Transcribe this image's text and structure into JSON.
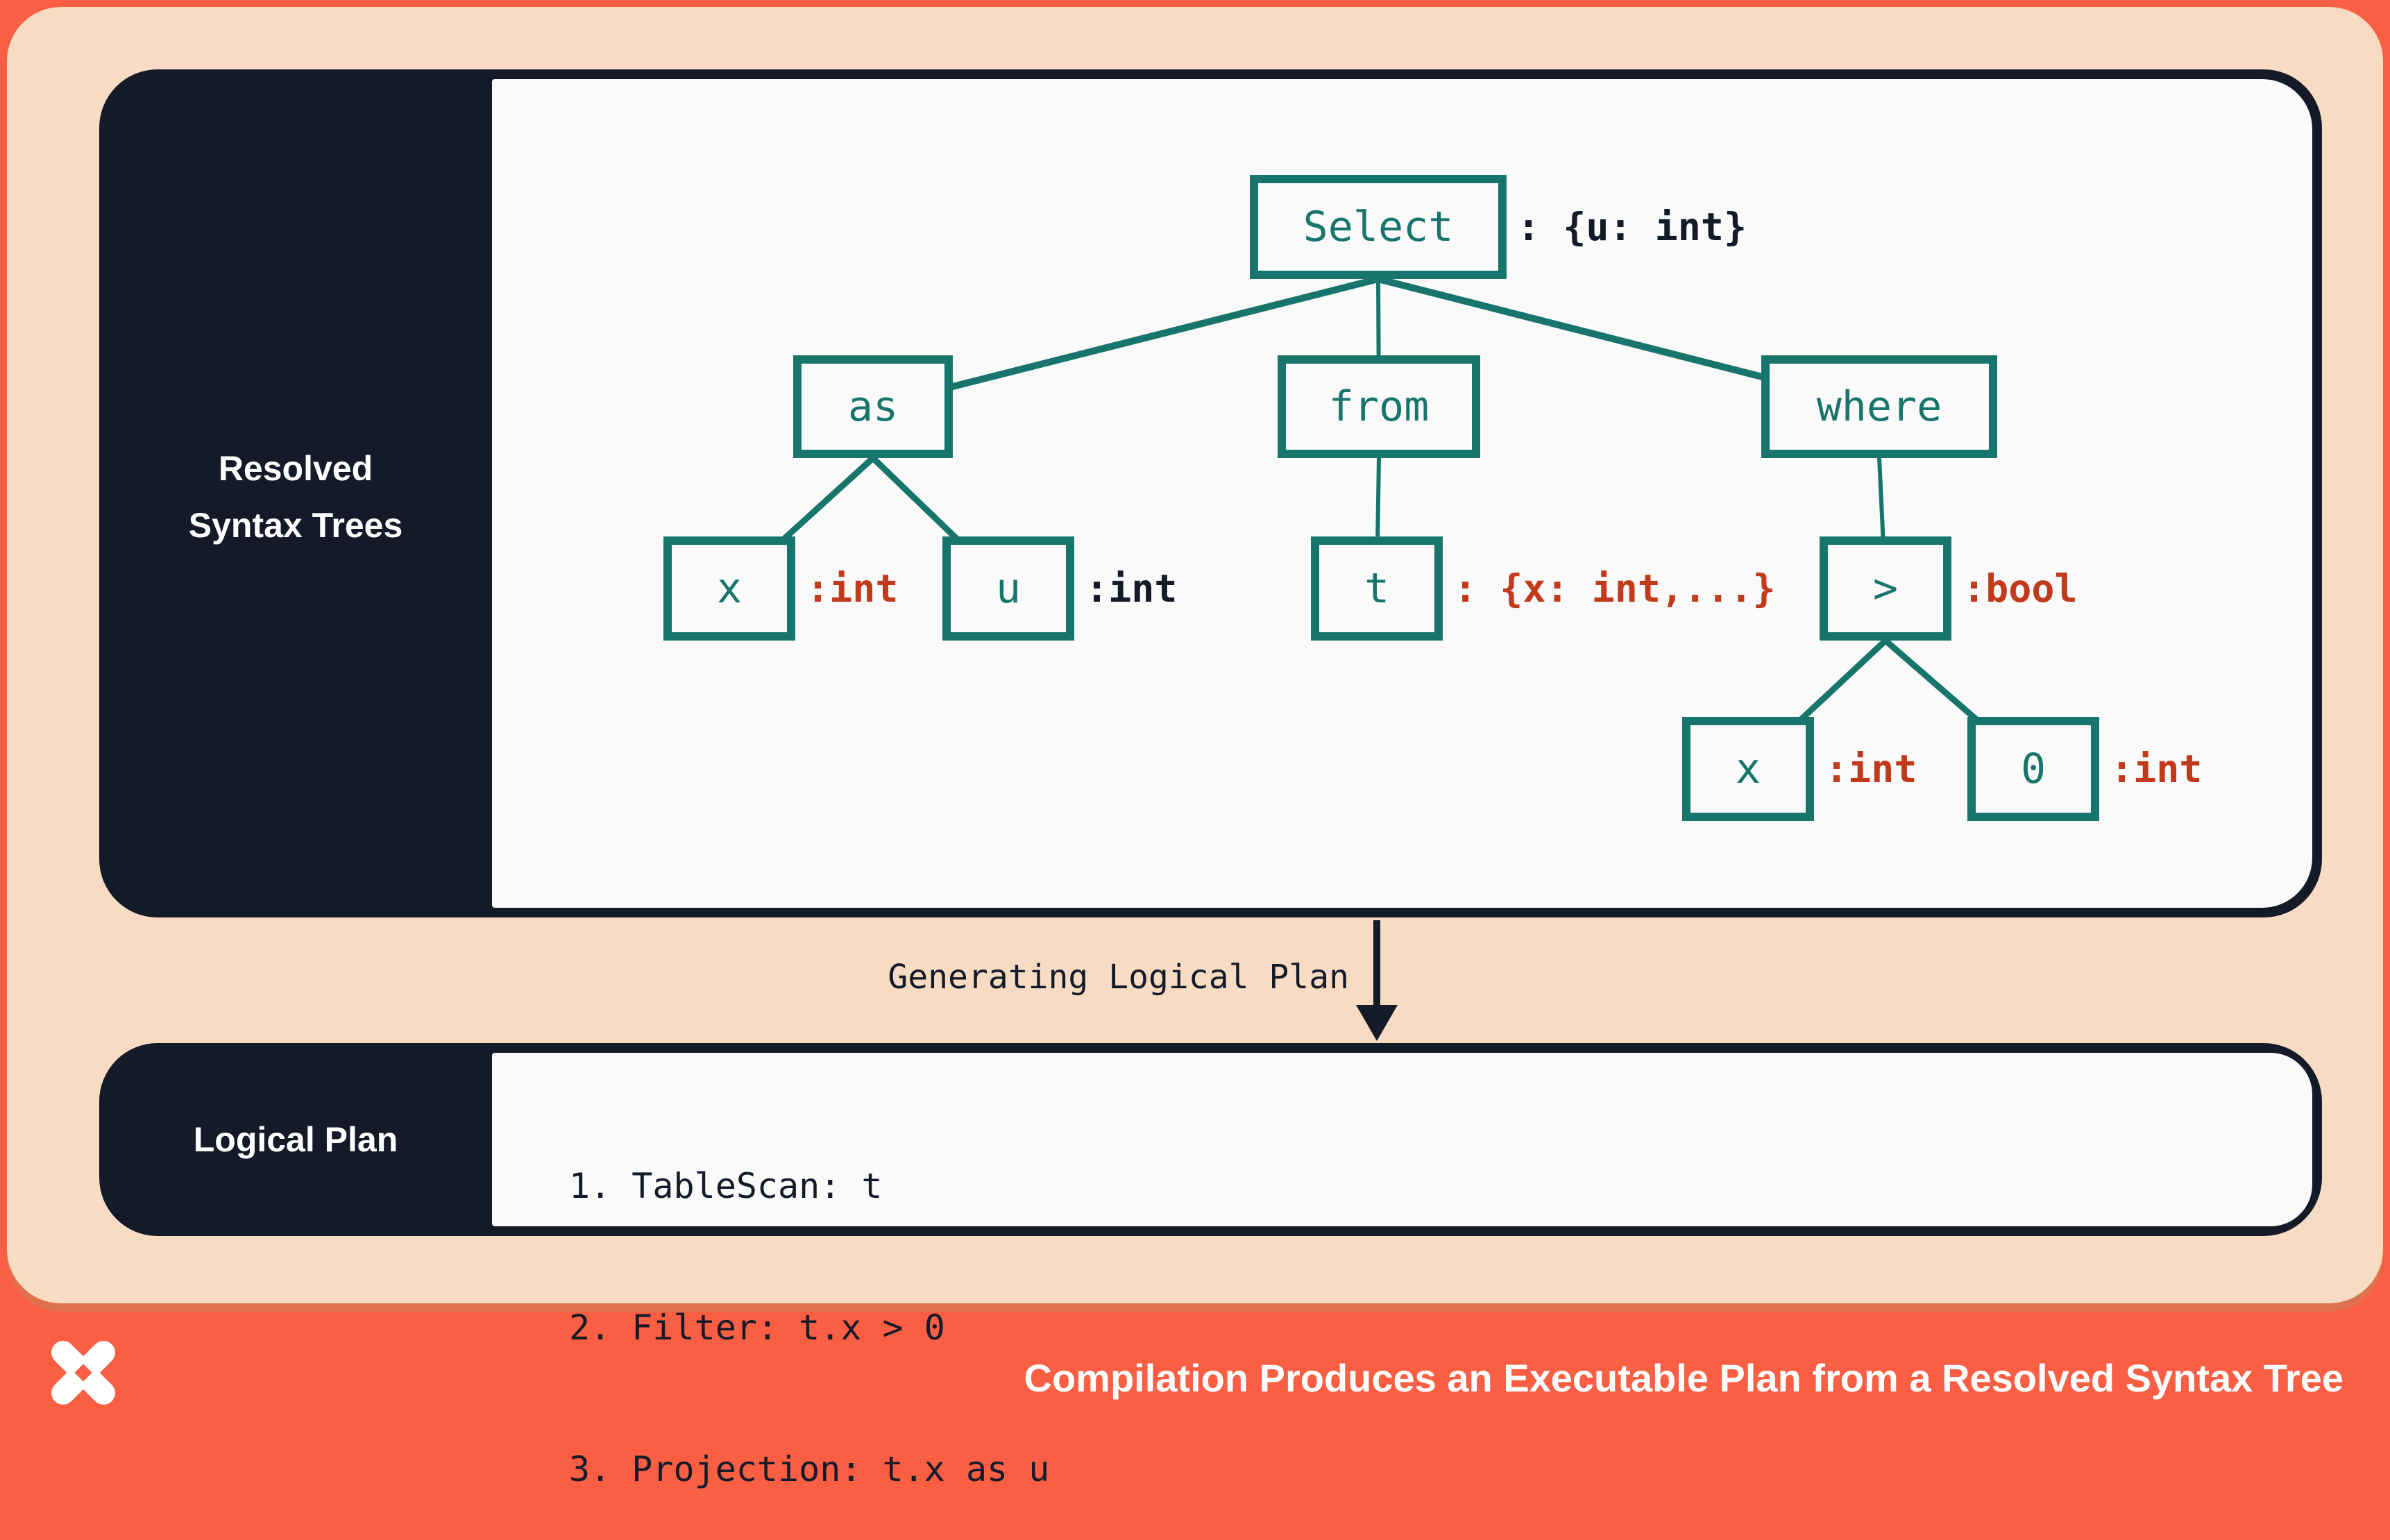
{
  "colors": {
    "background_orange": "#FA5F43",
    "card_peach": "#F7DCC3",
    "panel_dark_navy": "#151A29",
    "panel_off_white": "#FAFAFA",
    "node_teal": "#17756C",
    "type_annotation_red": "#C03A1B",
    "text_white": "#FFFFFF"
  },
  "resolved_panel": {
    "sidebar_label_line1": "Resolved",
    "sidebar_label_line2": "Syntax Trees",
    "tree": {
      "select": {
        "label": "Select",
        "annotation": ": {u: int}"
      },
      "as": {
        "label": "as"
      },
      "from": {
        "label": "from"
      },
      "where": {
        "label": "where"
      },
      "x1": {
        "label": "x",
        "annotation": ":int"
      },
      "u": {
        "label": "u",
        "annotation": ":int"
      },
      "t": {
        "label": "t",
        "annotation": ": {x: int,...}"
      },
      "gt": {
        "label": ">",
        "annotation": ":bool"
      },
      "x2": {
        "label": "x",
        "annotation": ":int"
      },
      "zero": {
        "label": "0",
        "annotation": ":int"
      }
    }
  },
  "transition": {
    "label": "Generating Logical Plan"
  },
  "logical_plan": {
    "sidebar_label": "Logical Plan",
    "steps": [
      "1. TableScan: t",
      "2. Filter: t.x > 0",
      "3. Projection: t.x as u"
    ]
  },
  "footer": {
    "title": "Compilation Produces an Executable Plan from a Resolved Syntax Tree",
    "logo": "dolt-logo"
  }
}
